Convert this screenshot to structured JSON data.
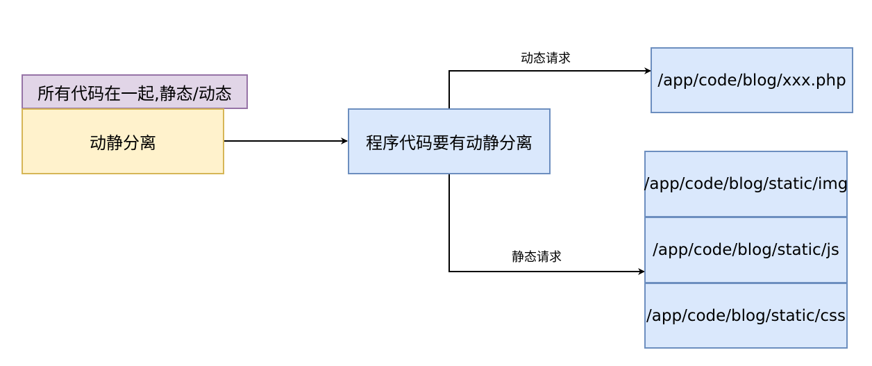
{
  "nodes": {
    "all_code_title": "所有代码在一起,静态/动态",
    "separation": "动静分离",
    "program_code": "程序代码要有动静分离",
    "php_path": "/app/code/blog/xxx.php",
    "static_paths": [
      "/app/code/blog/static/img",
      "/app/code/blog/static/js",
      "/app/code/blog/static/css"
    ]
  },
  "edges": {
    "dynamic_request": "动态请求",
    "static_request": "静态请求"
  },
  "colors": {
    "purple_fill": "#e1d5e7",
    "purple_stroke": "#9673a6",
    "yellow_fill": "#fff2cc",
    "yellow_stroke": "#d6b656",
    "blue_fill": "#dae8fc",
    "blue_stroke": "#6c8ebf",
    "arrow": "#000000"
  }
}
